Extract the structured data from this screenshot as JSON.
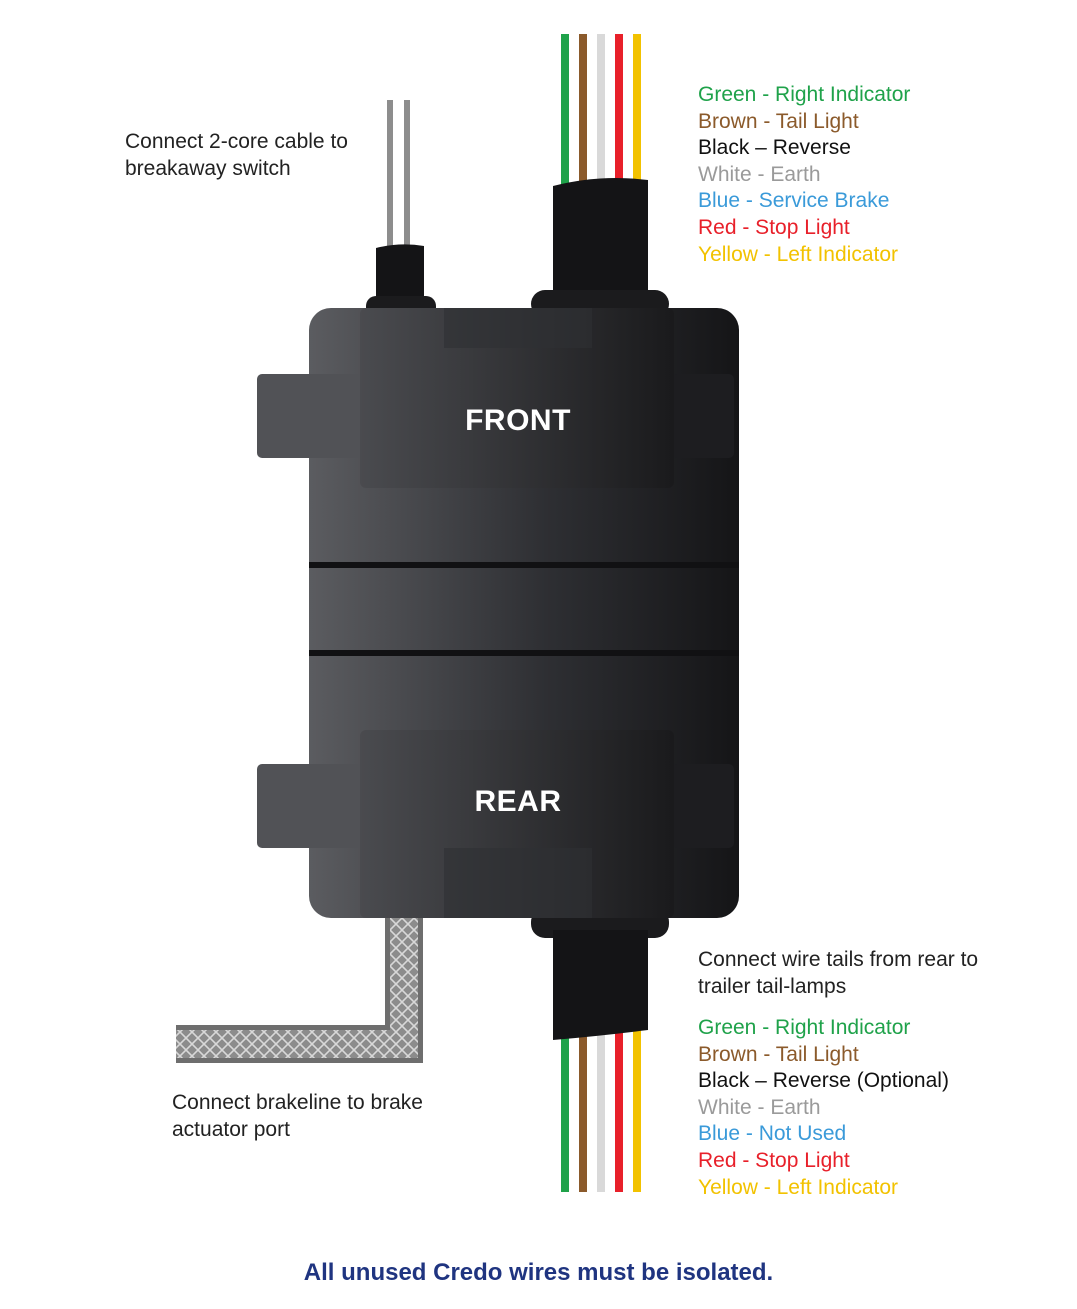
{
  "notes": {
    "breakaway": [
      "Connect 2-core cable to",
      "breakaway switch"
    ],
    "rear_tails": [
      "Connect wire tails from rear to",
      "trailer tail-lamps"
    ],
    "brakeline": [
      "Connect brakeline to brake",
      "actuator port"
    ]
  },
  "front_legend": [
    {
      "text": "Green - Right Indicator",
      "color": "#1fa24a"
    },
    {
      "text": "Brown - Tail Light",
      "color": "#8b5a2b"
    },
    {
      "text": "Black – Reverse",
      "color": "#111111"
    },
    {
      "text": "White - Earth",
      "color": "#9a9a9a"
    },
    {
      "text": "Blue - Service Brake",
      "color": "#3a9ad9"
    },
    {
      "text": "Red - Stop Light",
      "color": "#e8202a"
    },
    {
      "text": "Yellow - Left Indicator",
      "color": "#f2c200"
    }
  ],
  "rear_legend": [
    {
      "text": "Green - Right Indicator",
      "color": "#1fa24a"
    },
    {
      "text": "Brown - Tail Light",
      "color": "#8b5a2b"
    },
    {
      "text": "Black – Reverse (Optional)",
      "color": "#111111"
    },
    {
      "text": "White - Earth",
      "color": "#9a9a9a"
    },
    {
      "text": "Blue - Not Used",
      "color": "#3a9ad9"
    },
    {
      "text": "Red - Stop Light",
      "color": "#e8202a"
    },
    {
      "text": "Yellow - Left Indicator",
      "color": "#f2c200"
    }
  ],
  "module": {
    "front_label": "FRONT",
    "rear_label": "REAR"
  },
  "wire_colors": [
    "#1fa24a",
    "#8b5a2b",
    "#d9d9d9",
    "#e8202a",
    "#f2c200"
  ],
  "footer": "All unused Credo wires must be isolated."
}
